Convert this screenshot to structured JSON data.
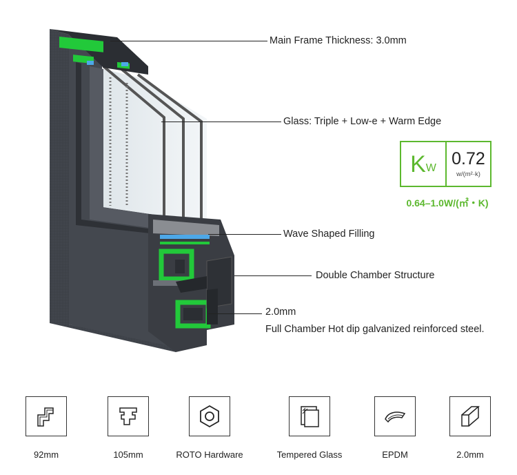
{
  "callouts": {
    "frame_thickness": "Main Frame Thickness: 3.0mm",
    "glass": "Glass: Triple + Low-e + Warm Edge",
    "filling": "Wave Shaped Filling",
    "chamber": "Double Chamber Structure",
    "steel_size": "2.0mm",
    "steel_desc": "Full Chamber Hot dip galvanized reinforced steel."
  },
  "kw_badge": {
    "symbol_k": "K",
    "symbol_w": "W",
    "value": "0.72",
    "unit": "w/(m²·k)",
    "range": "0.64–1.0W/(㎡・K)"
  },
  "colors": {
    "accent_green": "#5cb82e",
    "profile_green": "#22c93a",
    "frame_gray": "#3d4046"
  },
  "features": [
    {
      "icon": "profile-92mm-icon",
      "label": "92mm"
    },
    {
      "icon": "profile-105mm-icon",
      "label": "105mm"
    },
    {
      "icon": "roto-hex-icon",
      "label": "ROTO Hardware"
    },
    {
      "icon": "tempered-glass-icon",
      "label": "Tempered Glass"
    },
    {
      "icon": "epdm-seal-icon",
      "label": "EPDM"
    },
    {
      "icon": "steel-bar-icon",
      "label": "2.0mm"
    }
  ]
}
